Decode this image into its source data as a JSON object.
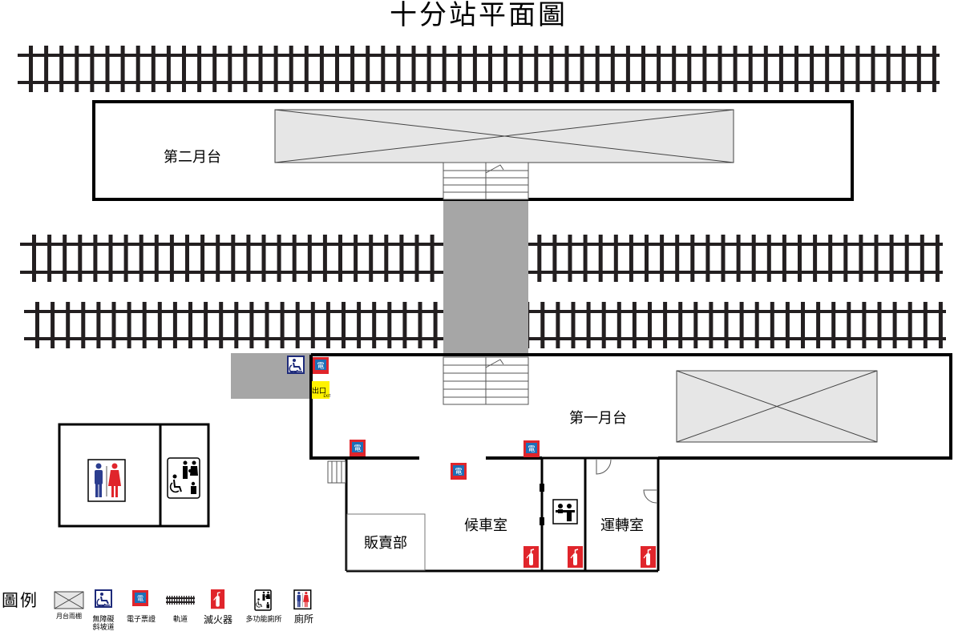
{
  "title": "十分站平面圖",
  "areas": {
    "platform_2": "第二月台",
    "platform_1": "第一月台",
    "waiting_room": "候車室",
    "shop": "販賣部",
    "operations_room": "運轉室"
  },
  "signs": {
    "eticket": "電",
    "exit": "出口",
    "exit_small": "EXIT"
  },
  "legend": {
    "heading": "圖例",
    "items": [
      {
        "id": "canopy",
        "label": "月台雨棚",
        "icon": "canopy-icon"
      },
      {
        "id": "ramp",
        "label_line1": "無障礙",
        "label_line2": "斜坡道",
        "icon": "accessible-ramp-icon"
      },
      {
        "id": "eticket",
        "label": "電子票證",
        "icon": "eticket-reader-icon"
      },
      {
        "id": "track",
        "label": "軌道",
        "icon": "railway-track-icon"
      },
      {
        "id": "extinguisher",
        "label": "滅火器",
        "icon": "fire-extinguisher-icon"
      },
      {
        "id": "accessible_toilet",
        "label": "多功能廁所",
        "icon": "accessible-toilet-icon"
      },
      {
        "id": "toilet",
        "label": "廁所",
        "icon": "toilet-icon"
      }
    ]
  },
  "colors": {
    "rail": "#231f20",
    "canopy": "#e6e6e6",
    "bridge": "#a6a6a6",
    "accessible_blue": "#1d2a7a",
    "eticket_red": "#e0252b",
    "eticket_blue": "#1d6fb8",
    "exit_yellow": "#fff200",
    "extinguisher_red": "#e0252b",
    "male_blue": "#2b3d8f",
    "female_red": "#e0252b"
  }
}
